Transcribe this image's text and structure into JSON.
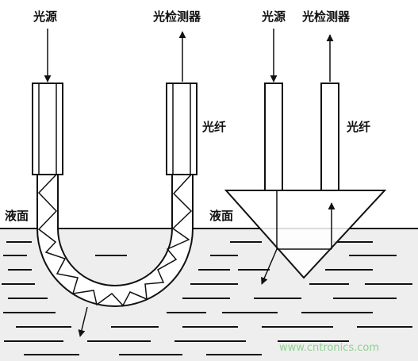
{
  "labels": {
    "left_light_source": "光源",
    "left_detector": "光检测器",
    "left_fiber": "光纤",
    "left_liquid_surface": "液面",
    "right_light_source": "光源",
    "right_detector": "光检测器",
    "right_fiber": "光纤",
    "right_liquid_surface": "液面"
  },
  "watermark": "www.cntronics.com",
  "colors": {
    "ink": "#111111",
    "liquid_bg": "#eeeeee",
    "watermark": "#8fd18f"
  }
}
